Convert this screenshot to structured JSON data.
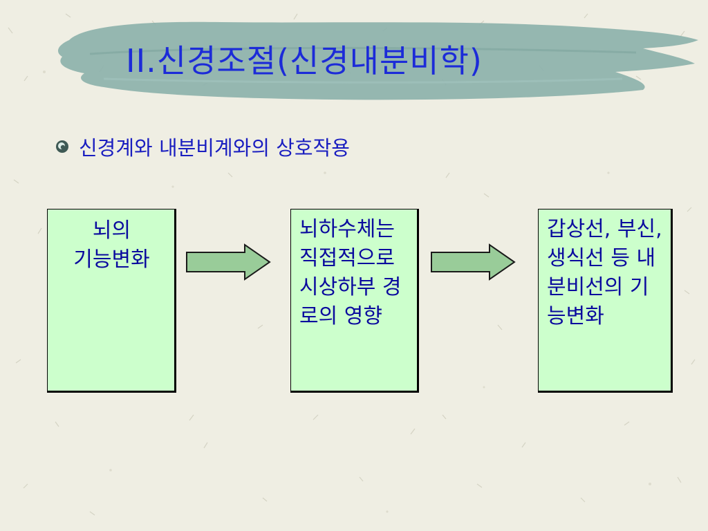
{
  "slide": {
    "title": "II.신경조절(신경내분비학)",
    "bullet": "신경계와 내분비계와의 상호작용",
    "colors": {
      "background": "#efeee3",
      "title_brush": "#8fb3ad",
      "title_text": "#1c2bd8",
      "bullet_text": "#1a1ec0",
      "box_fill": "#ccffcc",
      "box_text": "#0a0a9e",
      "arrow_fill": "#99cc99"
    }
  },
  "flow": {
    "boxes": [
      {
        "label": "뇌의\n기능변화"
      },
      {
        "label": "뇌하수체는 직접적으로 시상하부 경로의 영향"
      },
      {
        "label": "갑상선, 부신, 생식선 등 내분비선의 기능변화"
      }
    ],
    "arrows": [
      {
        "icon": "right-arrow-icon"
      },
      {
        "icon": "right-arrow-icon"
      }
    ]
  }
}
